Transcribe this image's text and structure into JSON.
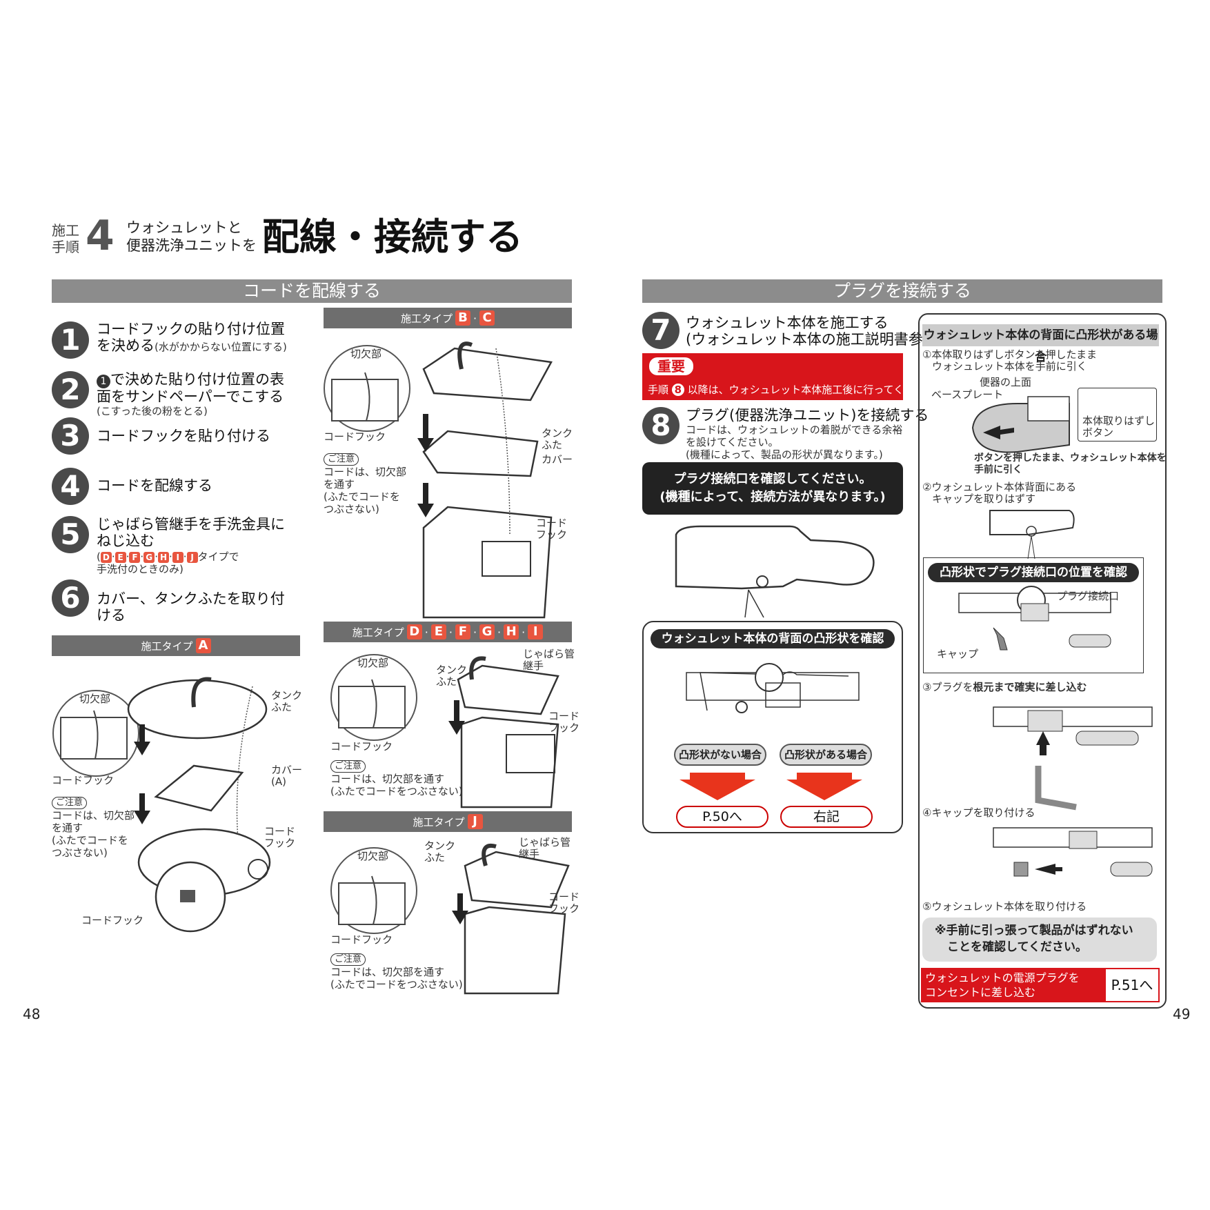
{
  "header": {
    "label_line1": "施工",
    "label_line2": "手順",
    "number": "4",
    "sub_line1": "ウォシュレットと",
    "sub_line2": "便器洗浄ユニットを",
    "title": "配線・接続する"
  },
  "left": {
    "section_title": "コードを配線する",
    "steps": [
      {
        "num": "1",
        "text_line1": "コードフックの貼り付け位置",
        "text_line2": "を決める",
        "note": "(水がかからない位置にする)"
      },
      {
        "num": "2",
        "text_line1": "で決めた貼り付け位置の表",
        "text_line2": "面をサンドペーパーでこする",
        "ref": "1",
        "note": "(こすった後の粉をとる)"
      },
      {
        "num": "3",
        "text_line1": "コードフックを貼り付ける"
      },
      {
        "num": "4",
        "text_line1": "コードを配線する"
      },
      {
        "num": "5",
        "text_line1": "じゃばら管継手を手洗金具に",
        "text_line2": "ねじ込む",
        "note_types": [
          "D",
          "E",
          "F",
          "G",
          "H",
          "I",
          "J"
        ],
        "note_suffix": "タイプで",
        "note_line2": "手洗付のときのみ)"
      },
      {
        "num": "6",
        "text_line1": "カバー、タンクふたを取り付",
        "text_line2": "ける"
      }
    ],
    "type_label": "施工タイプ",
    "type_a": {
      "types": [
        "A"
      ],
      "labels": {
        "notch": "切欠部",
        "cord_hook": "コードフック",
        "tank_lid_1": "タンク",
        "tank_lid_2": "ふた",
        "cover_1": "カバー",
        "cover_2": "(A)",
        "hook_1": "コード",
        "hook_2": "フック",
        "hook_bottom": "コードフック",
        "caution": "ご注意",
        "caution_text": [
          "コードは、切欠部",
          "を通す",
          "(ふたでコードを",
          "つぶさない)"
        ]
      }
    },
    "type_bc": {
      "types": [
        "B",
        "C"
      ],
      "labels": {
        "notch": "切欠部",
        "cord_hook": "コードフック",
        "tank_lid_1": "タンク",
        "tank_lid_2": "ふた",
        "cover": "カバー",
        "hook_1": "コード",
        "hook_2": "フック",
        "caution": "ご注意",
        "caution_text": [
          "コードは、切欠部",
          "を通す",
          "(ふたでコードを",
          "つぶさない)"
        ]
      }
    },
    "type_dh": {
      "types": [
        "D",
        "E",
        "F",
        "G",
        "H",
        "I"
      ],
      "labels": {
        "notch": "切欠部",
        "cord_hook": "コードフック",
        "tank_lid_1": "タンク",
        "tank_lid_2": "ふた",
        "bellows_1": "じゃばら管",
        "bellows_2": "継手",
        "hook_1": "コード",
        "hook_2": "フック",
        "caution": "ご注意",
        "caution_text": [
          "コードは、切欠部を通す",
          "(ふたでコードをつぶさない)"
        ]
      }
    },
    "type_j": {
      "types": [
        "J"
      ],
      "labels": {
        "notch": "切欠部",
        "cord_hook": "コードフック",
        "tank_lid_1": "タンク",
        "tank_lid_2": "ふた",
        "bellows_1": "じゃばら管",
        "bellows_2": "継手",
        "hook_1": "コード",
        "hook_2": "フック",
        "caution": "ご注意",
        "caution_text": [
          "コードは、切欠部を通す",
          "(ふたでコードをつぶさない)"
        ]
      }
    },
    "page_number": "48"
  },
  "right": {
    "section_title": "プラグを接続する",
    "step7": {
      "num": "7",
      "line1": "ウォシュレット本体を施工する",
      "line2": "(ウォシュレット本体の施工説明書参照)"
    },
    "important": {
      "badge": "重要",
      "text_prefix": "手順",
      "step_ref": "8",
      "text": "以降は、ウォシュレット本体施工後に行ってください。"
    },
    "step8": {
      "num": "8",
      "line1": "プラグ(便器洗浄ユニット)を接続する",
      "line2": "コードは、ウォシュレットの着脱ができる余裕",
      "line3": "を設けてください。",
      "line4": "(機種によって、製品の形状が異なります。)"
    },
    "confirm_box": {
      "line1": "プラグ接続口を確認してください。",
      "line2": "(機種によって、接続方法が異なります。)"
    },
    "check_label": "ウォシュレット本体の背面の凸形状を確認",
    "no_shape": "凸形状がない場合",
    "has_shape": "凸形状がある場合",
    "goto_p50": "P.50へ",
    "goto_right": "右記",
    "panel": {
      "title": "ウォシュレット本体の背面に凸形状がある場合",
      "s1_line1": "①本体取りはずしボタンを押したまま",
      "s1_line2": "ウォシュレット本体を手前に引く",
      "toilet_top": "便器の上面",
      "base_plate": "ベースプレート",
      "release_btn_1": "本体取りはずし",
      "release_btn_2": "ボタン",
      "push_pull_1": "ボタンを押したまま、ウォシュレット本体を",
      "push_pull_2": "手前に引く",
      "s2_line1": "②ウォシュレット本体背面にある",
      "s2_line2": "キャップを取りはずす",
      "confirm_pos": "凸形状でプラグ接続口の位置を確認",
      "plug_port": "プラグ接続口",
      "cap": "キャップ",
      "s3_prefix": "③プラグを",
      "s3_bold": "根元まで確実に差し込む",
      "s4": "④キャップを取り付ける",
      "s5": "⑤ウォシュレット本体を取り付ける",
      "warning_line1": "※手前に引っ張って製品がはずれない",
      "warning_line2": "ことを確認してください。",
      "plug_line1": "ウォシュレットの電源プラグを",
      "plug_line2": "コンセントに差し込む",
      "goto_p51": "P.51へ"
    },
    "page_number": "49"
  },
  "colors": {
    "accent_red": "#e8553f",
    "important_red": "#d8151b",
    "bar_gray": "#8c8c8c",
    "type_bar": "#6e6e6e"
  }
}
